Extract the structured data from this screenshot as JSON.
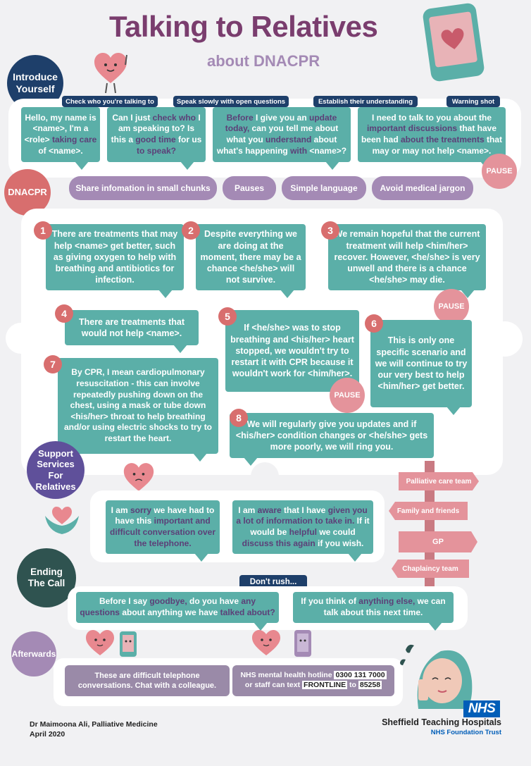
{
  "title": "Talking to Relatives",
  "subtitle": "about DNACPR",
  "sections": {
    "introduce": "Introduce Yourself",
    "dnacpr": "DNACPR",
    "support": "Support Services For Relatives",
    "ending": "Ending The Call",
    "afterwards": "Afterwards"
  },
  "intro_tags": [
    "Check who you're talking to",
    "Speak slowly with open questions",
    "Establish their understanding",
    "Warning shot"
  ],
  "intro_bubbles": [
    {
      "p1": "Hello, my name is <name>, I'm a <role> ",
      "h1": "taking care",
      "p2": " of <name>."
    },
    {
      "p1": "Can I just ",
      "h1": "check who",
      "p2": " I am speaking to? Is this a ",
      "h2": "good time",
      "p3": " for us ",
      "h3": "to speak?"
    },
    {
      "h0": "Before",
      "p1": " I give you an ",
      "h1": "update today,",
      "p2": " can you tell me about what you ",
      "h2": "understand",
      "p3": " about what's happening ",
      "h3": "with",
      "p4": " <name>?"
    },
    {
      "p1": "I need to talk to you about the ",
      "h1": "important discussions",
      "p2": " that have been had ",
      "h2": "about the treatments",
      "p3": " that may or may not help <name>."
    }
  ],
  "pause_label": "PAUSE",
  "tips": [
    "Share infomation in small chunks",
    "Pauses",
    "Simple language",
    "Avoid medical jargon"
  ],
  "steps": [
    {
      "n": "1",
      "text": "There are treatments that may help <name> get better, such as giving oxygen to help with breathing and antibiotics for infection."
    },
    {
      "n": "2",
      "text": "Despite everything we are doing at the moment, there may be a chance <he/she> will not survive."
    },
    {
      "n": "3",
      "text": "We remain hopeful that the current treatment will help <him/her> recover. However, <he/she> is very unwell and there is a chance <he/she> may die."
    },
    {
      "n": "4",
      "text": "There are treatments that would not help <name>."
    },
    {
      "n": "5",
      "text": "If <he/she> was to stop breathing and <his/her> heart stopped, we wouldn't try to restart it with CPR because it wouldn't work for <him/her>."
    },
    {
      "n": "6",
      "text": "This is only one specific scenario and we will continue to try our very best to help <him/her> get better."
    },
    {
      "n": "7",
      "text": "By CPR, I mean cardiopulmonary resuscitation - this can involve repeatedly pushing down on the chest, using a mask or tube down <his/her> throat to help breathing and/or using electric shocks to try to restart the heart."
    },
    {
      "n": "8",
      "text": "We will regularly give you updates and if <his/her> condition changes or <he/she> gets more poorly, we will ring you."
    }
  ],
  "support_bubbles": [
    {
      "p1": "I am ",
      "h1": "sorry",
      "p2": " we have had to have this ",
      "h2": "important and difficult conversation over the telephone."
    },
    {
      "p1": "I am ",
      "h1": "aware",
      "p2": " that I have ",
      "h2": "given you a lot of information to take in.",
      "p3": " If it would be ",
      "h3": "helpful",
      "p4": " we could ",
      "h4": "discuss this again",
      "p5": " if you wish."
    }
  ],
  "signposts": [
    "Palliative care team",
    "Family and friends",
    "GP",
    "Chaplaincy team"
  ],
  "dont_rush": "Don't rush...",
  "ending_bubbles": [
    {
      "p1": "Before I say ",
      "h1": "goodbye,",
      "p2": " do you have ",
      "h2": "any questions",
      "p3": " about anything we have ",
      "h3": "talked about?"
    },
    {
      "p1": "If you think of ",
      "h1": "anything else,",
      "p2": " we can talk about this next time."
    }
  ],
  "after_boxes": {
    "colleague": "These are difficult telephone conversations. Chat with a colleague.",
    "hotline_p1": "NHS mental health hotline ",
    "hotline_num": "0300 131 7000",
    "hotline_p2": "or staff can text ",
    "hotline_word": "FRONTLINE",
    "hotline_p3": " to ",
    "hotline_sms": "85258"
  },
  "author": "Dr Maimoona Ali, Palliative Medicine",
  "date": "April 2020",
  "nhs_logo": "NHS",
  "trust": "Sheffield Teaching Hospitals",
  "trust_sub": "NHS Foundation Trust",
  "colors": {
    "teal": "#5bafa8",
    "purple": "#a48ab5",
    "navy": "#1e3f6a",
    "pink": "#e4939b",
    "title": "#7a3d6e",
    "nhs": "#005eb8"
  }
}
